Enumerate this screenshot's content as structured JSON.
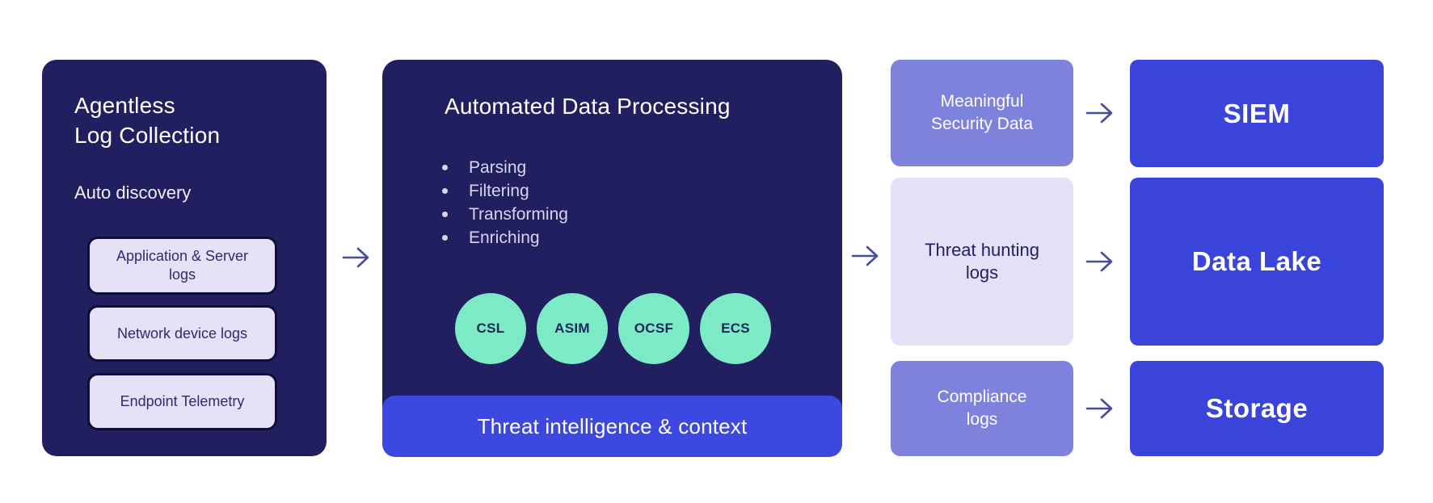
{
  "left_panel": {
    "title": "Agentless\nLog Collection",
    "subtitle": "Auto discovery",
    "sources": [
      "Application & Server\nlogs",
      "Network device logs",
      "Endpoint Telemetry"
    ]
  },
  "processing_panel": {
    "title": "Automated Data Processing",
    "steps": [
      "Parsing",
      "Filtering",
      "Transforming",
      "Enriching"
    ],
    "schemas": [
      "CSL",
      "ASIM",
      "OCSF",
      "ECS"
    ],
    "banner": "Threat intelligence & context"
  },
  "outputs": [
    {
      "label": "Meaningful\nSecurity Data"
    },
    {
      "label": "Threat hunting\nlogs"
    },
    {
      "label": "Compliance\nlogs"
    }
  ],
  "destinations": [
    {
      "label": "SIEM"
    },
    {
      "label": "Data Lake"
    },
    {
      "label": "Storage"
    }
  ],
  "colors": {
    "navy_panel": "#221f60",
    "bright_blue": "#3a43da",
    "banner_blue": "#3d48e0",
    "medium_purple": "#7d82dd",
    "light_lavender": "#e3e0f7",
    "source_chip": "#e5e2f8",
    "mint_green": "#7deac6",
    "arrow": "#474b9f",
    "background": "#ffffff"
  }
}
